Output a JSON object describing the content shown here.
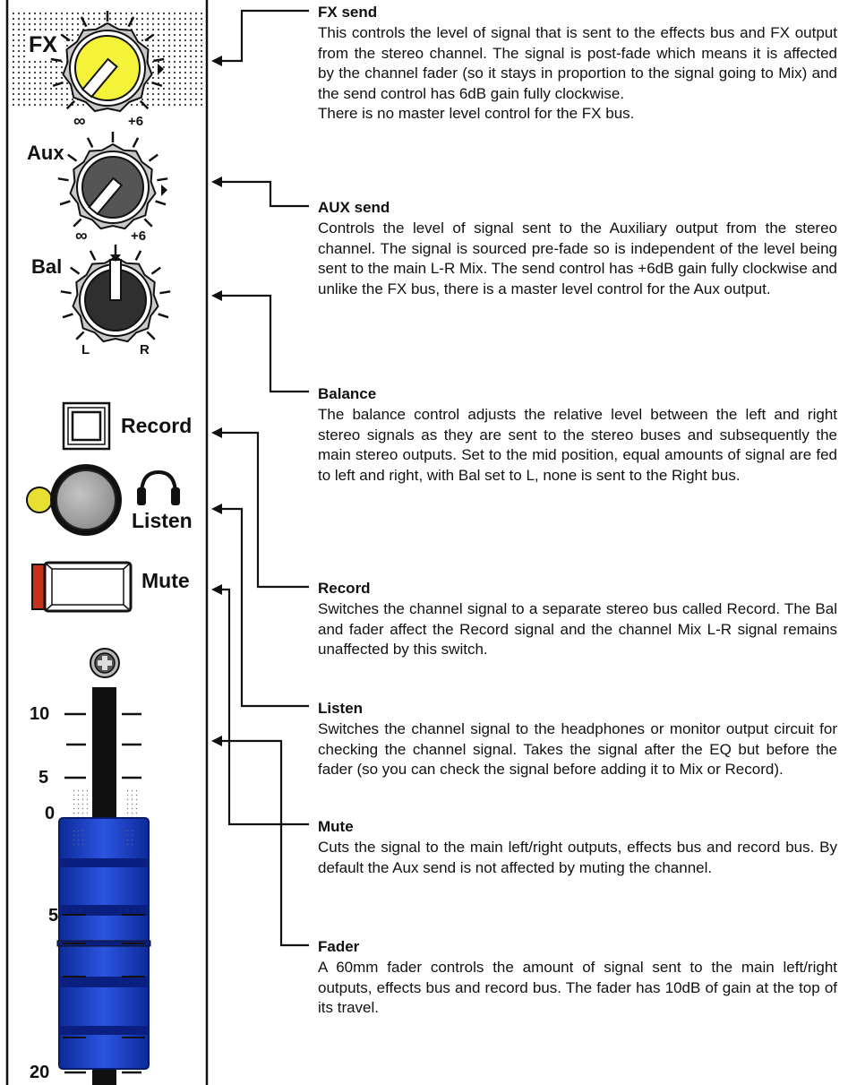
{
  "strip": {
    "fx_label": "FX",
    "aux_label": "Aux",
    "bal_label": "Bal",
    "fx_min": "∞",
    "fx_max": "+6",
    "aux_min": "∞",
    "aux_max": "+6",
    "bal_left": "L",
    "bal_right": "R",
    "record_label": "Record",
    "listen_label": "Listen",
    "mute_label": "Mute",
    "scale": [
      "10",
      "5",
      "0",
      "5",
      "20"
    ],
    "headphones_icon": "headphones-icon",
    "colors": {
      "fx_knob": "#f5f23a",
      "fader_cap": "#1d3fc4",
      "mute_led": "#c83218",
      "listen_led": "#e8e030",
      "knob_dark": "#3b3b3b"
    }
  },
  "descriptions": {
    "fx": {
      "title": "FX send",
      "body": "This controls the level of signal that is sent to the effects bus and FX output from the stereo channel. The signal is post-fade which means it is affected by the channel fader  (so it stays in proportion to the signal going to Mix) and the send control has 6dB gain fully clockwise.",
      "extra": "There is no master level control for the FX bus."
    },
    "aux": {
      "title": "AUX send",
      "body": "Controls the level of signal sent to the Auxiliary output from the stereo channel. The signal is sourced pre-fade so is independent of the level being sent to the main L-R Mix. The send control has +6dB gain fully clockwise and unlike the FX bus, there is a master level control for the Aux output."
    },
    "balance": {
      "title": "Balance",
      "body": "The balance control adjusts the relative level between the left and right stereo signals as they are sent to the stereo buses and subsequently the main stereo outputs. Set to the mid position, equal amounts of signal are fed to left and right, with Bal set to L, none is sent to the Right bus."
    },
    "record": {
      "title": "Record",
      "body": "Switches the channel signal to a separate stereo bus called Record. The Bal and fader affect the Record signal and the channel Mix L-R signal remains unaffected by this switch."
    },
    "listen": {
      "title": "Listen",
      "body": "Switches the channel signal to the headphones or monitor output circuit for checking the channel signal. Takes the signal after the EQ but before the fader (so you can check the signal before adding it to Mix or Record)."
    },
    "mute": {
      "title": "Mute",
      "body": "Cuts the signal to the main left/right outputs, effects bus and record bus. By default the Aux send is not affected by muting the channel."
    },
    "fader": {
      "title": "Fader",
      "body": "A 60mm fader controls the amount of signal sent to the main left/right outputs, effects bus and record bus. The fader has 10dB of gain at the top of its travel."
    }
  }
}
